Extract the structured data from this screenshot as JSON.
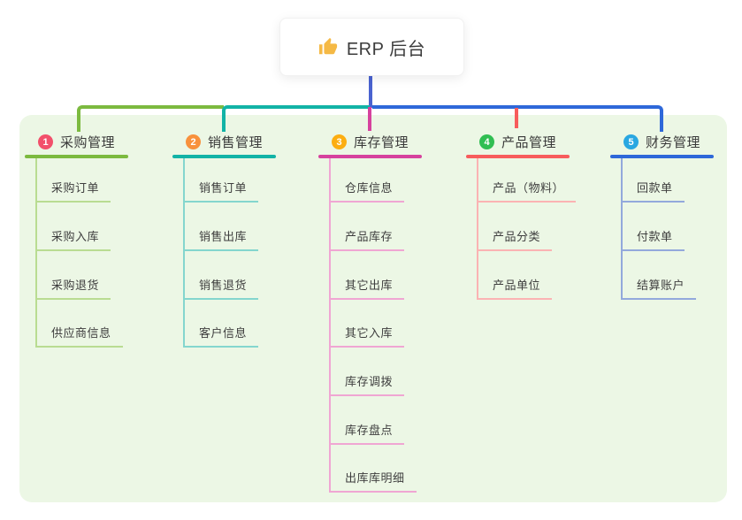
{
  "root": {
    "label": "ERP 后台",
    "icon": "thumbs-up-icon",
    "icon_color": "#F5B945"
  },
  "connector_color": "#4A63D0",
  "panel_color": "#ECF7E5",
  "branches": [
    {
      "num": "1",
      "title": "采购管理",
      "badge_color": "#F2506B",
      "color": "#7CBA3F",
      "light_color": "#B9DC92",
      "children": [
        "采购订单",
        "采购入库",
        "采购退货",
        "供应商信息"
      ]
    },
    {
      "num": "2",
      "title": "销售管理",
      "badge_color": "#F8913C",
      "color": "#12B3A6",
      "light_color": "#84D6CE",
      "children": [
        "销售订单",
        "销售出库",
        "销售退货",
        "客户信息"
      ]
    },
    {
      "num": "3",
      "title": "库存管理",
      "badge_color": "#FCAE11",
      "color": "#D6429E",
      "light_color": "#F0A6D3",
      "children": [
        "仓库信息",
        "产品库存",
        "其它出库",
        "其它入库",
        "库存调拨",
        "库存盘点",
        "出库库明细"
      ]
    },
    {
      "num": "4",
      "title": "产品管理",
      "badge_color": "#30BE52",
      "color": "#F75C5C",
      "light_color": "#FBB3B3",
      "children": [
        "产品（物料）",
        "产品分类",
        "产品单位"
      ]
    },
    {
      "num": "5",
      "title": "财务管理",
      "badge_color": "#29A7E1",
      "color": "#2E68D9",
      "light_color": "#93A9DC",
      "children": [
        "回款单",
        "付款单",
        "结算账户"
      ]
    }
  ]
}
